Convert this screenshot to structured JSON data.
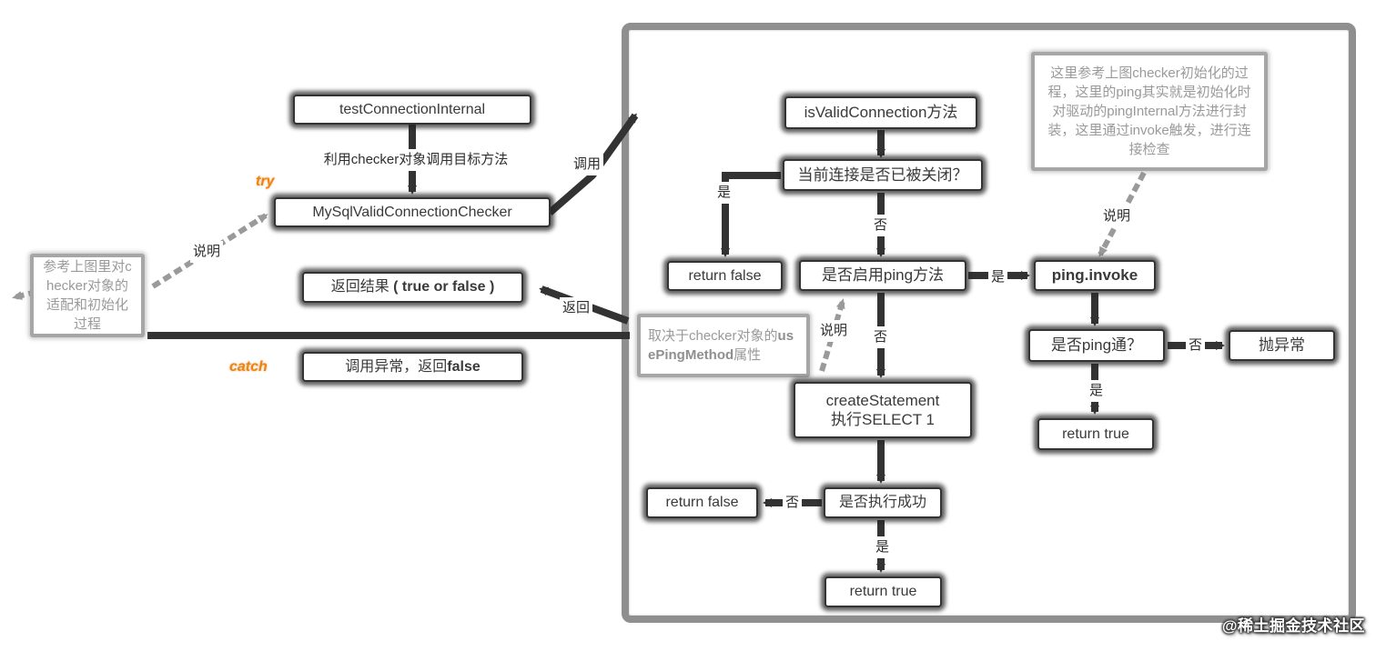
{
  "labels": {
    "yes": "是",
    "no": "否",
    "explain": "说明",
    "call": "调用",
    "return": "返回",
    "try": "try",
    "catch": "catch"
  },
  "left": {
    "test_connection": "testConnectionInternal",
    "checker_hint": "利用checker对象调用目标方法",
    "checker_class": "MySqlValidConnectionChecker",
    "ref_note": "参考上图里对checker对象的适配和初始化过程",
    "result_prefix": "返回结果 ",
    "result_bold": "( true or false )",
    "exception_prefix": "调用异常，返回",
    "exception_bold": "false"
  },
  "right": {
    "isvalid": "isValidConnection方法",
    "closed_q": "当前连接是否已被关闭？",
    "return_false_top": "return false",
    "ping_enabled_q": "是否启用ping方法",
    "ping_invoke": "ping.invoke",
    "top_note": "这里参考上图checker初始化的过程，这里的ping其实就是初始化时对驱动的pingInternal方法进行封装，这里通过invoke触发，进行连接检查",
    "ping_ok_q": "是否ping通？",
    "throw_exception": "抛异常",
    "return_true_right": "return true",
    "useping_pre": "取决于checker对象的",
    "useping_bold": "usePingMethod",
    "useping_post": "属性",
    "create_stmt_line1": "createStatement",
    "create_stmt_line2": "执行SELECT 1",
    "exec_ok_q": "是否执行成功",
    "return_false_bottom": "return false",
    "return_true_bottom": "return true"
  },
  "watermark": "@稀土掘金技术社区",
  "colors": {
    "accent_orange": "#ee8311",
    "line_dark": "#333333",
    "note_gray": "#9a9a9a"
  }
}
